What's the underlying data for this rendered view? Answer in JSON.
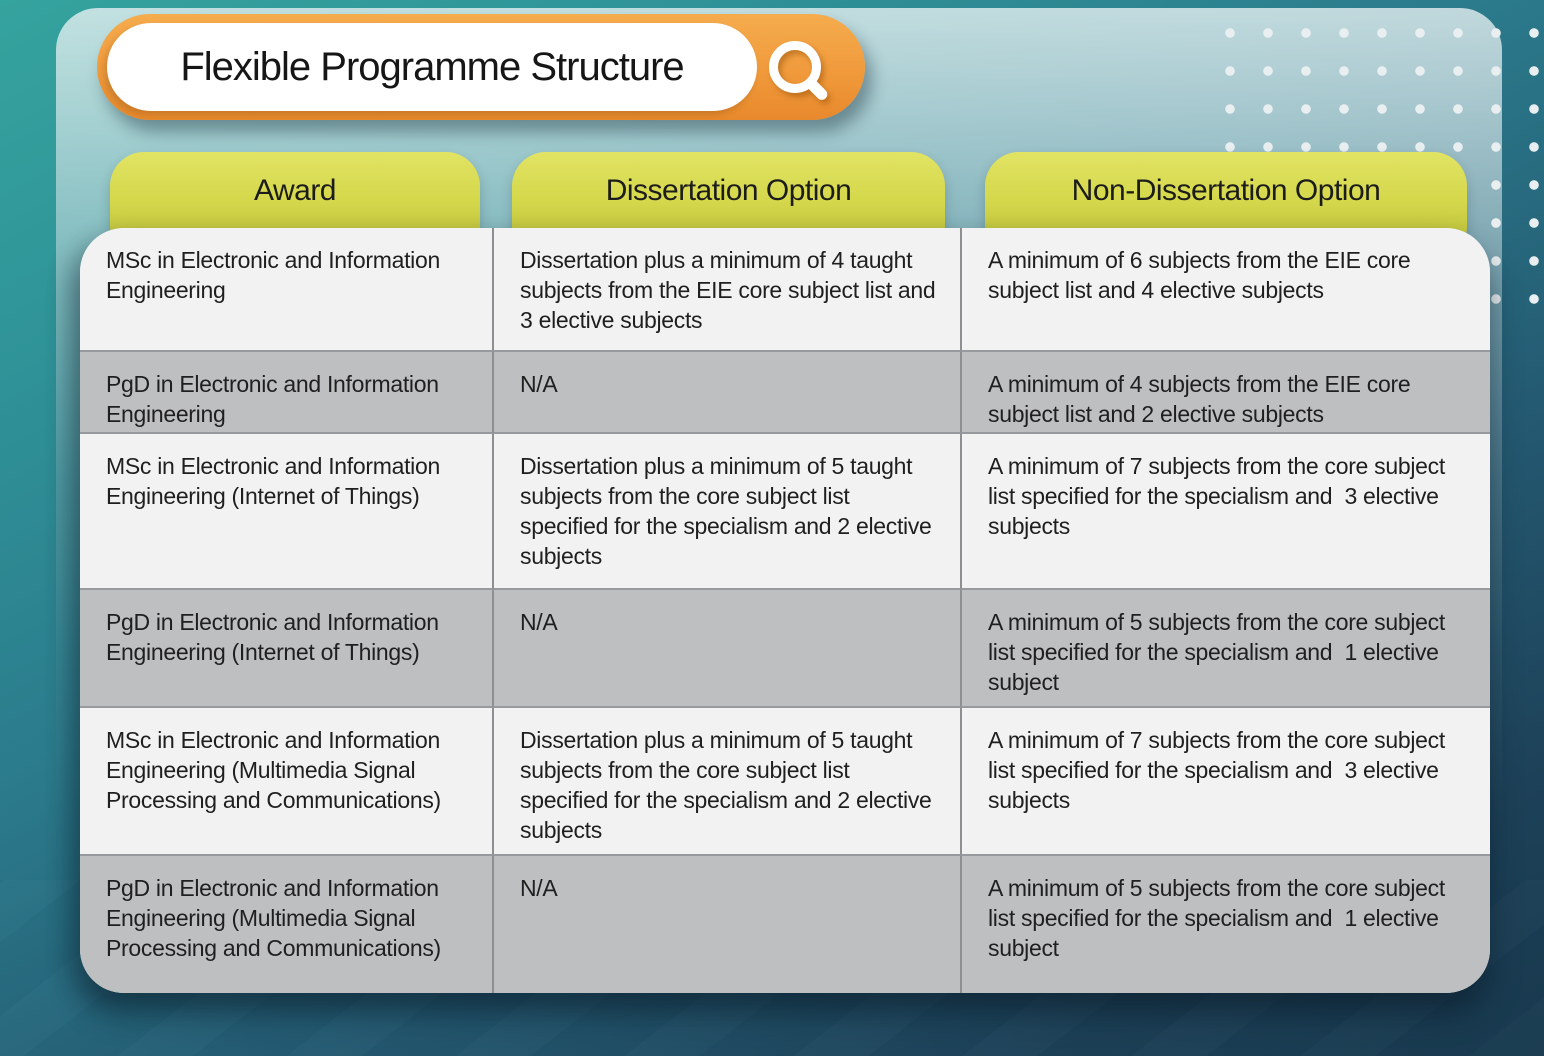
{
  "title_bar": {
    "title": "Flexible Programme Structure",
    "icon": "search"
  },
  "colors": {
    "accent_orange": "#F09A3C",
    "header_yellow": "#D5D84B",
    "row_light": "#F2F2F3",
    "row_alt": "#BDBFC1",
    "background_teal_top": "#35A39E",
    "background_teal_bottom": "#183A4F",
    "dot_color": "#E9EFF0",
    "text_color": "#1F1F1F"
  },
  "table": {
    "headers": [
      "Award",
      "Dissertation Option",
      "Non-Dissertation Option"
    ],
    "rows": [
      {
        "award": "MSc in Electronic and Information Engineering",
        "dissertation": "Dissertation plus a minimum of 4 taught subjects from the EIE core subject list and 3 elective subjects",
        "non_dissertation": "A minimum of 6 subjects from the EIE core subject list and 4 elective subjects"
      },
      {
        "award": "PgD in Electronic and Information Engineering",
        "dissertation": "N/A",
        "non_dissertation": "A minimum of 4 subjects from the EIE core subject list and 2 elective subjects"
      },
      {
        "award": "MSc in Electronic and Information Engineering (Internet of Things)",
        "dissertation": "Dissertation plus a minimum of 5 taught subjects from the core subject list specified for the specialism and 2 elective subjects",
        "non_dissertation": "A minimum of 7 subjects from the core subject list specified for the specialism and  3 elective subjects"
      },
      {
        "award": "PgD in Electronic and Information Engineering (Internet of Things)",
        "dissertation": "N/A",
        "non_dissertation": "A minimum of 5 subjects from the core subject list specified for the specialism and  1 elective subject"
      },
      {
        "award": "MSc in Electronic and Information Engineering (Multimedia Signal Processing and Communications)",
        "dissertation": "Dissertation plus a minimum of 5 taught subjects from the core subject list specified for the specialism and 2 elective subjects",
        "non_dissertation": "A minimum of 7 subjects from the core subject list specified for the specialism and  3 elective subjects"
      },
      {
        "award": "PgD in Electronic and Information Engineering (Multimedia Signal Processing and Communications)",
        "dissertation": "N/A",
        "non_dissertation": "A minimum of 5 subjects from the core subject list specified for the specialism and  1 elective subject"
      }
    ]
  }
}
